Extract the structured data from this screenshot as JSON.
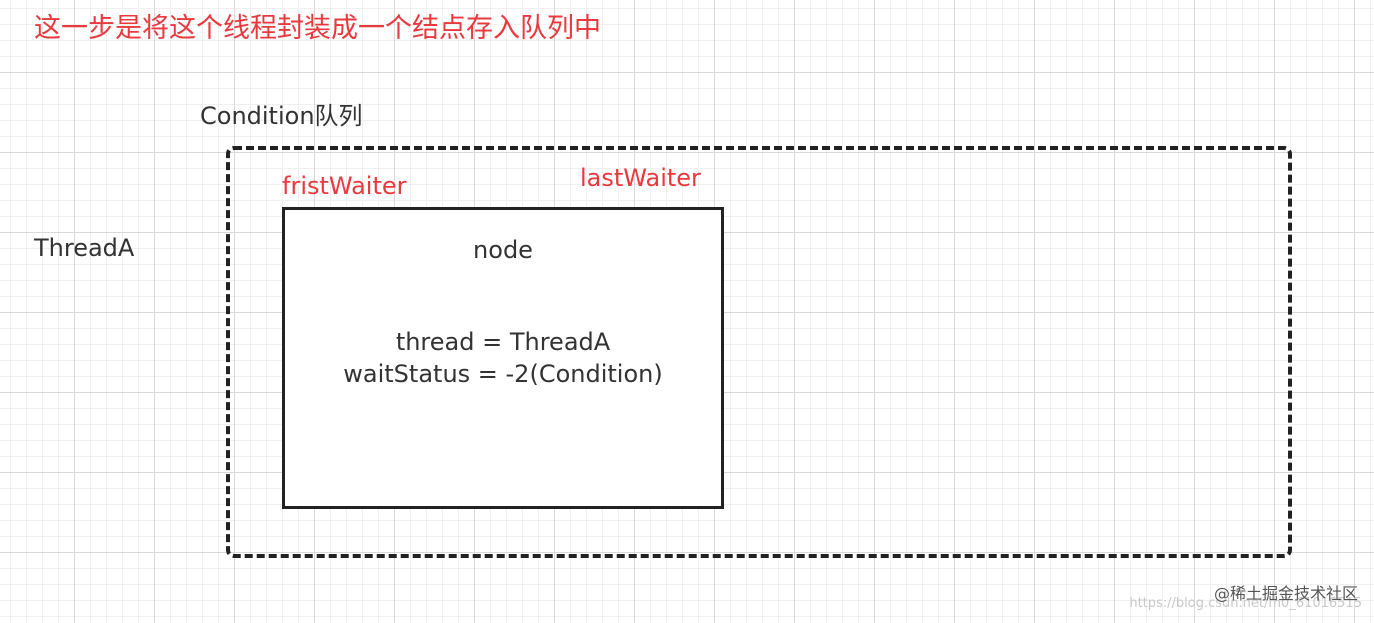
{
  "heading": "这一步是将这个线程封装成一个结点存入队列中",
  "queue_label": "Condition队列",
  "thread_label": "ThreadA",
  "first_waiter_label": "fristWaiter",
  "last_waiter_label": "lastWaiter",
  "node": {
    "title": "node",
    "thread_line": "thread = ThreadA",
    "status_line": "waitStatus = -2(Condition)"
  },
  "watermark": "@稀土掘金技术社区",
  "watermark_url": "https://blog.csdn.net/m0_61016515"
}
